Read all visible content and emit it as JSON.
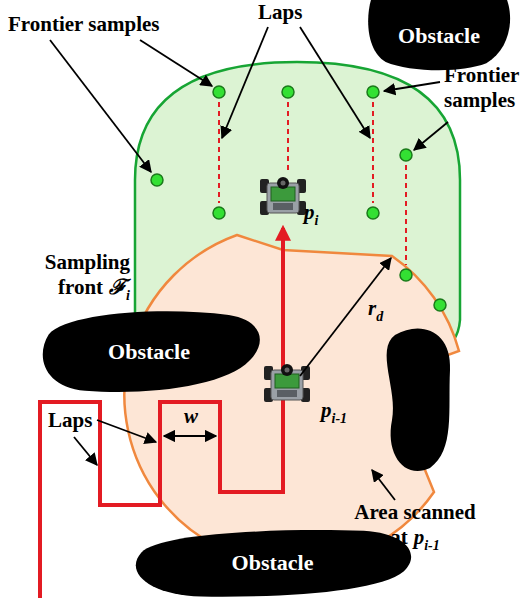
{
  "diagram": {
    "nodes": [
      {
        "text": [
          "Obstacle"
        ]
      },
      {
        "text": [
          "Obstacle"
        ]
      },
      {
        "text": [
          "Obstacle"
        ]
      }
    ],
    "labels": [
      "Frontier samples",
      "Laps",
      "Frontier samples",
      "Sampling front",
      "ℱ",
      "i",
      "p",
      "i",
      "r",
      "d",
      "p",
      "i-1",
      "Laps",
      "w",
      "Area scanned at",
      "p",
      "i-1"
    ]
  }
}
